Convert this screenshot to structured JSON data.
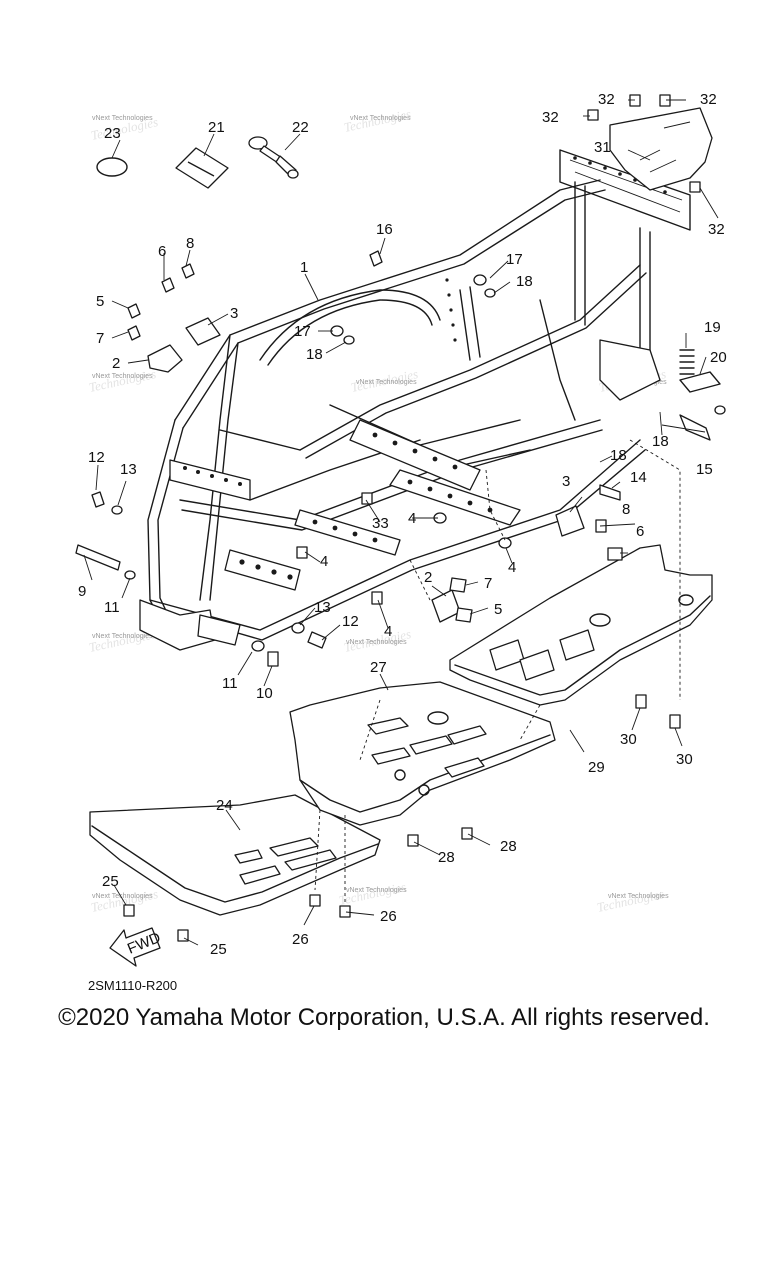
{
  "diagram": {
    "drawing_number": "2SM1110-R200",
    "direction_label": "FWD",
    "watermark": "vNext Technologies",
    "callouts": [
      "1",
      "2",
      "3",
      "4",
      "5",
      "6",
      "7",
      "8",
      "9",
      "10",
      "11",
      "12",
      "13",
      "14",
      "15",
      "16",
      "17",
      "18",
      "19",
      "20",
      "21",
      "22",
      "23",
      "24",
      "25",
      "26",
      "27",
      "28",
      "29",
      "30",
      "31",
      "32",
      "33"
    ]
  },
  "footer": {
    "copyright": "©2020 Yamaha Motor Corporation, U.S.A. All rights reserved."
  }
}
